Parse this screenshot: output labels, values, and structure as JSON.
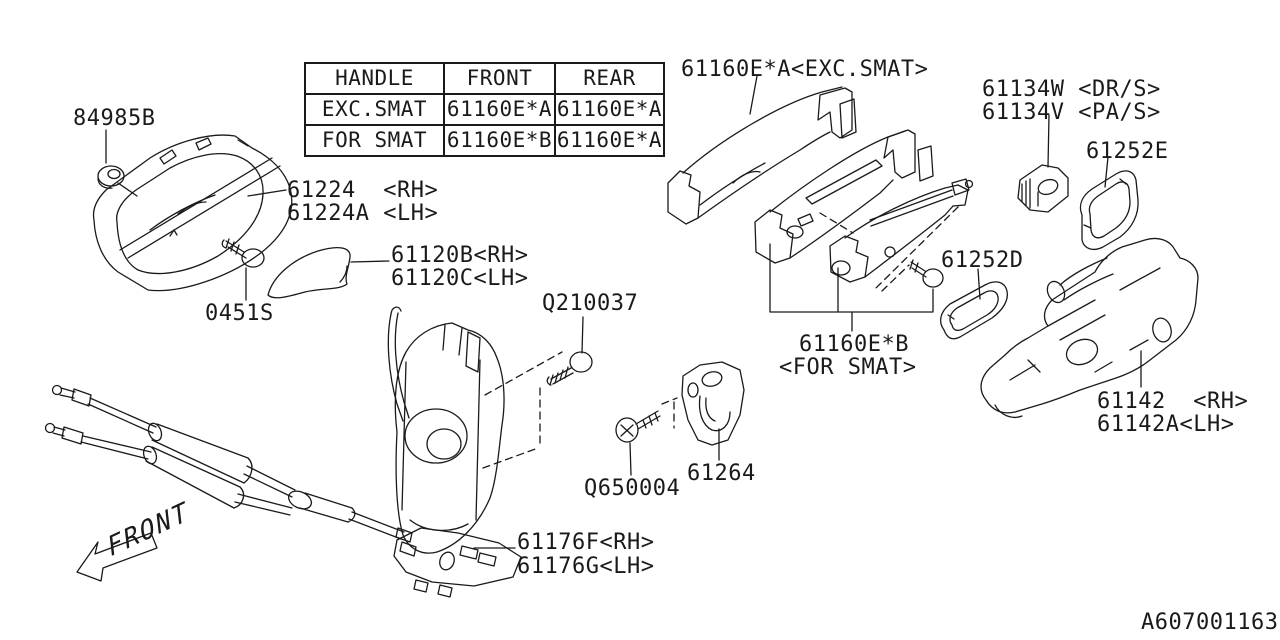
{
  "diagram": {
    "ref_code": "A607001163",
    "front_label": "FRONT"
  },
  "table": {
    "headers": [
      "HANDLE",
      "FRONT",
      "REAR"
    ],
    "rows": [
      [
        "EXC.SMAT",
        "61160E*A",
        "61160E*A"
      ],
      [
        "FOR SMAT",
        "61160E*B",
        "61160E*A"
      ]
    ]
  },
  "labels": {
    "grommet": "84985B",
    "bezel_rh": "61224  <RH>",
    "bezel_lh": "61224A <LH>",
    "pad_rh": "61120B<RH>",
    "pad_lh": "61120C<LH>",
    "screw_0451s": "0451S",
    "screw_q210037": "Q210037",
    "handle_exc_smat": "61160E*A<EXC.SMAT>",
    "cap_drs": "61134W <DR/S>",
    "cap_pas": "61134V <PA/S>",
    "gasket_e": "61252E",
    "gasket_d": "61252D",
    "handle_for_smat_line1": "61160E*B",
    "handle_for_smat_line2": "<FOR SMAT>",
    "frame_rh": "61142  <RH>",
    "frame_lh": "61142A<LH>",
    "screw_q650004": "Q650004",
    "striker": "61264",
    "latch_rh": "61176F<RH>",
    "latch_lh": "61176G<LH>"
  },
  "colors": {
    "line": "#1a1a1a",
    "background": "#ffffff"
  }
}
